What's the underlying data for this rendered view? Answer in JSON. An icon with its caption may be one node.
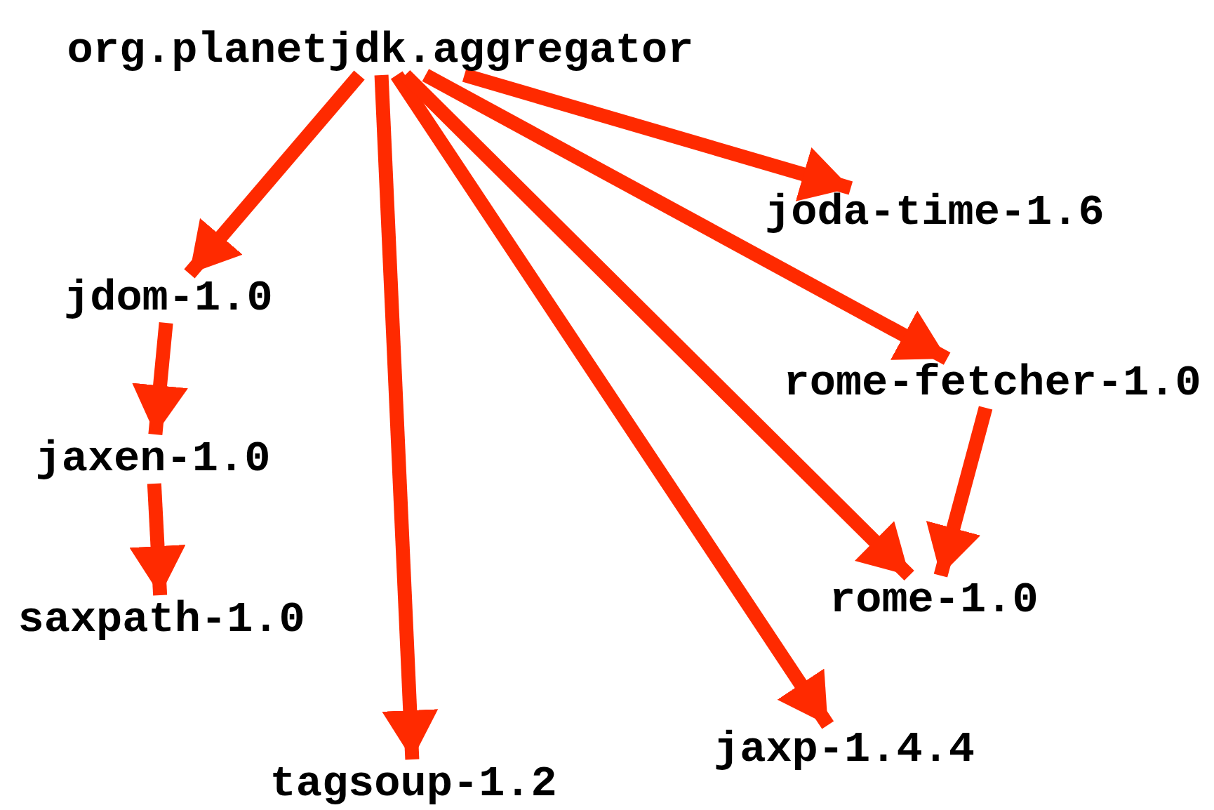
{
  "diagram": {
    "nodes": [
      {
        "text": [
          "org.planetjdk.aggregator"
        ]
      },
      {
        "text": [
          "joda-time-1.6"
        ]
      },
      {
        "text": [
          "jdom-1.0"
        ]
      },
      {
        "text": [
          "rome-fetcher-1.0"
        ]
      },
      {
        "text": [
          "jaxen-1.0"
        ]
      },
      {
        "text": [
          "rome-1.0"
        ]
      },
      {
        "text": [
          "saxpath-1.0"
        ]
      },
      {
        "text": [
          "jaxp-1.4.4"
        ]
      },
      {
        "text": [
          "tagsoup-1.2"
        ]
      }
    ],
    "edges": [
      {
        "from": 0,
        "to": 2,
        "arrow": "to"
      },
      {
        "from": 0,
        "to": 8,
        "arrow": "to"
      },
      {
        "from": 0,
        "to": 7,
        "arrow": "to"
      },
      {
        "from": 0,
        "to": 5,
        "arrow": "to"
      },
      {
        "from": 0,
        "to": 3,
        "arrow": "to"
      },
      {
        "from": 0,
        "to": 1,
        "arrow": "to"
      },
      {
        "from": 2,
        "to": 4,
        "arrow": "to"
      },
      {
        "from": 4,
        "to": 6,
        "arrow": "to"
      },
      {
        "from": 3,
        "to": 5,
        "arrow": "to"
      }
    ]
  }
}
